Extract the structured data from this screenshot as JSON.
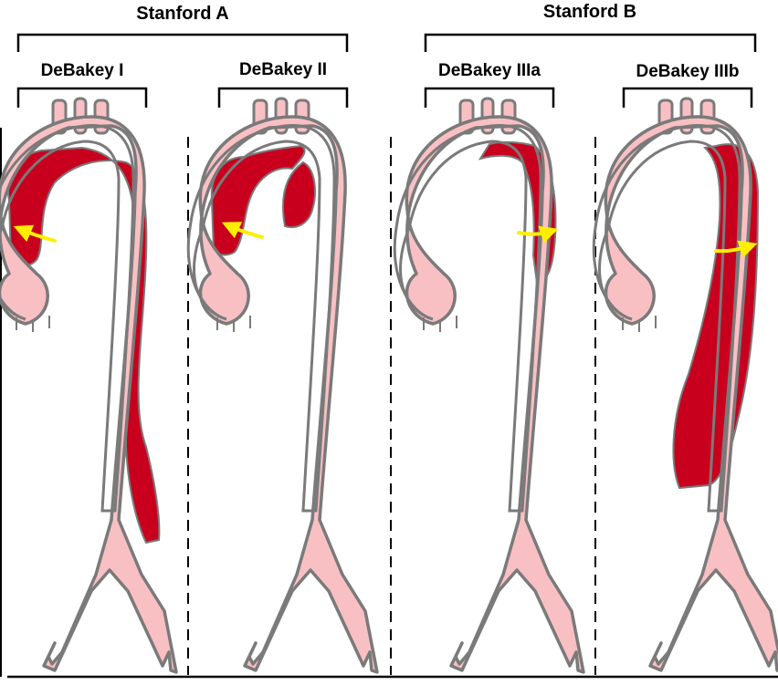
{
  "groups": [
    {
      "label": "Stanford A"
    },
    {
      "label": "Stanford B"
    }
  ],
  "types": [
    {
      "label": "DeBakey I"
    },
    {
      "label": "DeBakey II"
    },
    {
      "label": "DeBakey IIIa"
    },
    {
      "label": "DeBakey IIIb"
    }
  ],
  "colors": {
    "aorta_fill": "#f9c0c4",
    "aorta_stroke": "#7a7a7a",
    "false_lumen": "#c8001e",
    "tear_arrow": "#ffee00",
    "line": "#000000"
  }
}
